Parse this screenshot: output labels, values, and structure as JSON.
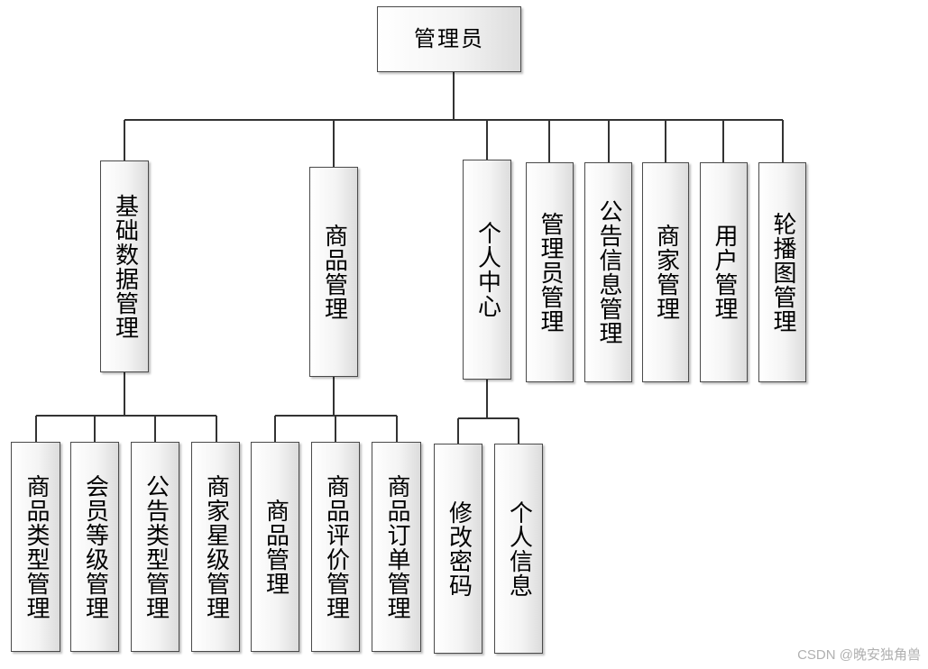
{
  "root": {
    "label": "管理员"
  },
  "modules": [
    {
      "label": "基础数据管理",
      "children": [
        "商品类型管理",
        "会员等级管理",
        "公告类型管理",
        "商家星级管理"
      ]
    },
    {
      "label": "商品管理",
      "children": [
        "商品管理",
        "商品评价管理",
        "商品订单管理"
      ]
    },
    {
      "label": "个人中心",
      "children": [
        "修改密码",
        "个人信息"
      ]
    },
    {
      "label": "管理员管理",
      "children": []
    },
    {
      "label": "公告信息管理",
      "children": []
    },
    {
      "label": "商家管理",
      "children": []
    },
    {
      "label": "用户管理",
      "children": []
    },
    {
      "label": "轮播图管理",
      "children": []
    }
  ],
  "watermark": "CSDN @晚安独角兽",
  "colors": {
    "line": "#333333",
    "border": "#4a4a4a",
    "fill_light": "#ffffff",
    "fill_dark": "#dcdcdc"
  }
}
